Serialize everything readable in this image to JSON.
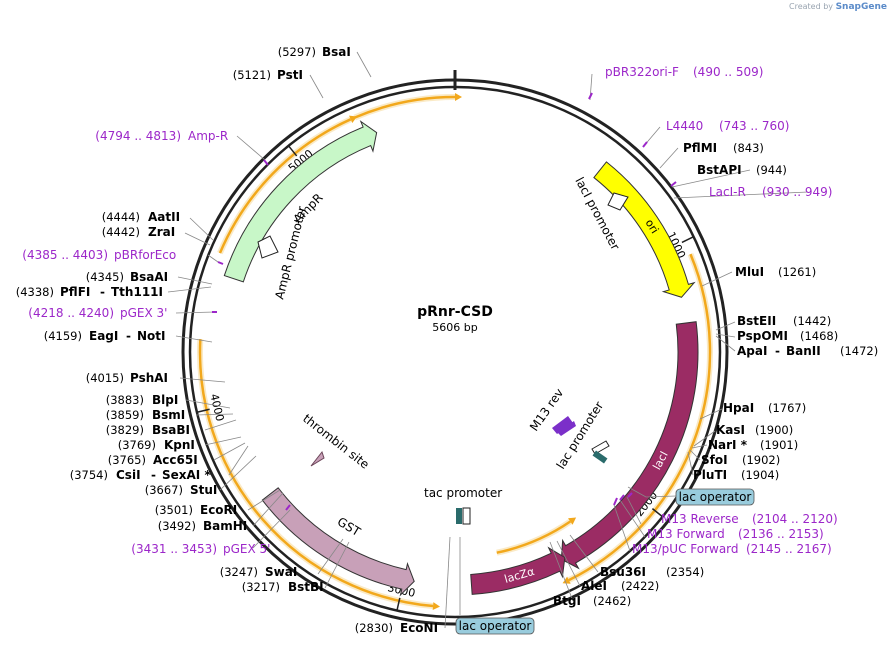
{
  "credit": {
    "prefix": "Created by",
    "brand": "SnapGene"
  },
  "plasmid": {
    "name": "pRnr-CSD",
    "length_label": "5606 bp",
    "length": 5606
  },
  "colors": {
    "backbone": "#222222",
    "ori": "#ffff00",
    "lacI": "#9b2c64",
    "lacZa": "#9b2c64",
    "ampR": "#c8f7c8",
    "gst": "#c8a0b8",
    "thrombin": "#c8a0b8",
    "orf_arc": "#f2a81c",
    "primer": "#9c27c9",
    "operator": "#99ccdd"
  },
  "ticks": [
    {
      "label": "1000",
      "pos": 1000
    },
    {
      "label": "2000",
      "pos": 2000
    },
    {
      "label": "3000",
      "pos": 3000
    },
    {
      "label": "4000",
      "pos": 4000
    },
    {
      "label": "5000",
      "pos": 5000
    }
  ],
  "features": [
    {
      "id": "ori",
      "label": "ori",
      "start": 600,
      "end": 1190,
      "strand": 1,
      "color": "#ffff00",
      "label_inside": true
    },
    {
      "id": "lacI",
      "label": "lacI",
      "start": 1290,
      "end": 2380,
      "strand": 1,
      "color": "#9b2c64",
      "label_inside": true
    },
    {
      "id": "lacZa",
      "label": "lacZα",
      "start": 2365,
      "end": 2740,
      "strand": -1,
      "color": "#9b2c64",
      "label_inside": true
    },
    {
      "id": "gst",
      "label": "GST",
      "start": 2960,
      "end": 3620,
      "strand": -1,
      "color": "#c8a0b8",
      "label_inside": false
    },
    {
      "id": "ampR",
      "label": "AmpR",
      "start": 4490,
      "end": 5300,
      "strand": 1,
      "color": "#c8f7c8",
      "label_inside": false
    }
  ],
  "feature_labels": {
    "lacI_promoter": "lacI promoter",
    "lac_promoter": "lac promoter",
    "tac_promoter": "tac promoter",
    "thrombin_site": "thrombin site",
    "ampR_promoter": "AmpR promoter",
    "m13_rev": "M13 rev",
    "lac_operator": "lac operator"
  },
  "sites": [
    {
      "name": "BsaI",
      "pos": "(5297)"
    },
    {
      "name": "PstI",
      "pos": "(5121)"
    },
    {
      "name": "AatII",
      "pos": "(4444)"
    },
    {
      "name": "ZraI",
      "pos": "(4442)"
    },
    {
      "name": "BsaAI",
      "pos": "(4345)"
    },
    {
      "name": "PflFI",
      "extra": "Tth111I",
      "pos": "(4338)"
    },
    {
      "name": "EagI",
      "extra": "NotI",
      "pos": "(4159)"
    },
    {
      "name": "PshAI",
      "pos": "(4015)"
    },
    {
      "name": "BlpI",
      "pos": "(3883)"
    },
    {
      "name": "BsmI",
      "pos": "(3859)"
    },
    {
      "name": "BsaBI",
      "pos": "(3829)"
    },
    {
      "name": "KpnI",
      "pos": "(3769)"
    },
    {
      "name": "Acc65I",
      "pos": "(3765)"
    },
    {
      "name": "CsiI",
      "extra": "SexAI *",
      "pos": "(3754)"
    },
    {
      "name": "StuI",
      "pos": "(3667)"
    },
    {
      "name": "EcoRI",
      "pos": "(3501)"
    },
    {
      "name": "BamHI",
      "pos": "(3492)"
    },
    {
      "name": "SwaI",
      "pos": "(3247)"
    },
    {
      "name": "BstBI",
      "pos": "(3217)"
    },
    {
      "name": "EcoNI",
      "pos": "(2830)"
    },
    {
      "name": "PflMI",
      "pos": "(843)"
    },
    {
      "name": "BstAPI",
      "pos": "(944)"
    },
    {
      "name": "MluI",
      "pos": "(1261)"
    },
    {
      "name": "BstEII",
      "pos": "(1442)"
    },
    {
      "name": "PspOMI",
      "pos": "(1468)"
    },
    {
      "name": "ApaI",
      "extra": "BanII",
      "pos": "(1472)"
    },
    {
      "name": "HpaI",
      "pos": "(1767)"
    },
    {
      "name": "KasI",
      "pos": "(1900)"
    },
    {
      "name": "NarI *",
      "pos": "(1901)"
    },
    {
      "name": "SfoI",
      "pos": "(1902)"
    },
    {
      "name": "PluTI",
      "pos": "(1904)"
    },
    {
      "name": "Bsu36I",
      "pos": "(2354)"
    },
    {
      "name": "AleI",
      "pos": "(2422)"
    },
    {
      "name": "BtgI",
      "pos": "(2462)"
    }
  ],
  "primers": [
    {
      "name": "pBR322ori-F",
      "range": "(490 .. 509)"
    },
    {
      "name": "L4440",
      "range": "(743 .. 760)"
    },
    {
      "name": "LacI-R",
      "range": "(930 .. 949)"
    },
    {
      "name": "Amp-R",
      "range": "(4794 .. 4813)"
    },
    {
      "name": "pBRforEco",
      "range": "(4385 .. 4403)"
    },
    {
      "name": "pGEX 3'",
      "range": "(4218 .. 4240)"
    },
    {
      "name": "pGEX 5'",
      "range": "(3431 .. 3453)"
    },
    {
      "name": "M13 Reverse",
      "range": "(2104 .. 2120)"
    },
    {
      "name": "M13 Forward",
      "range": "(2136 .. 2153)"
    },
    {
      "name": "M13/pUC Forward",
      "range": "(2145 .. 2167)"
    }
  ]
}
